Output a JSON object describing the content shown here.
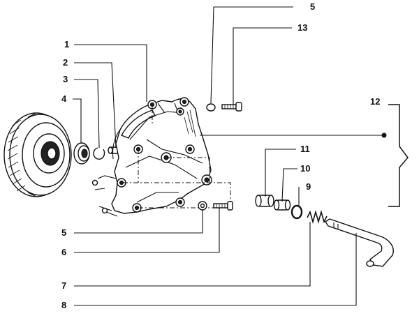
{
  "labels": [
    {
      "id": "l1",
      "text": "1"
    },
    {
      "id": "l2",
      "text": "2"
    },
    {
      "id": "l3",
      "text": "3"
    },
    {
      "id": "l4",
      "text": "4"
    },
    {
      "id": "l5a",
      "text": "5"
    },
    {
      "id": "l13",
      "text": "13"
    },
    {
      "id": "l12",
      "text": "12"
    },
    {
      "id": "l11",
      "text": "11"
    },
    {
      "id": "l10",
      "text": "10"
    },
    {
      "id": "l9",
      "text": "9"
    },
    {
      "id": "l5b",
      "text": "5"
    },
    {
      "id": "l6",
      "text": "6"
    },
    {
      "id": "l7",
      "text": "7"
    },
    {
      "id": "l8",
      "text": "8"
    }
  ]
}
